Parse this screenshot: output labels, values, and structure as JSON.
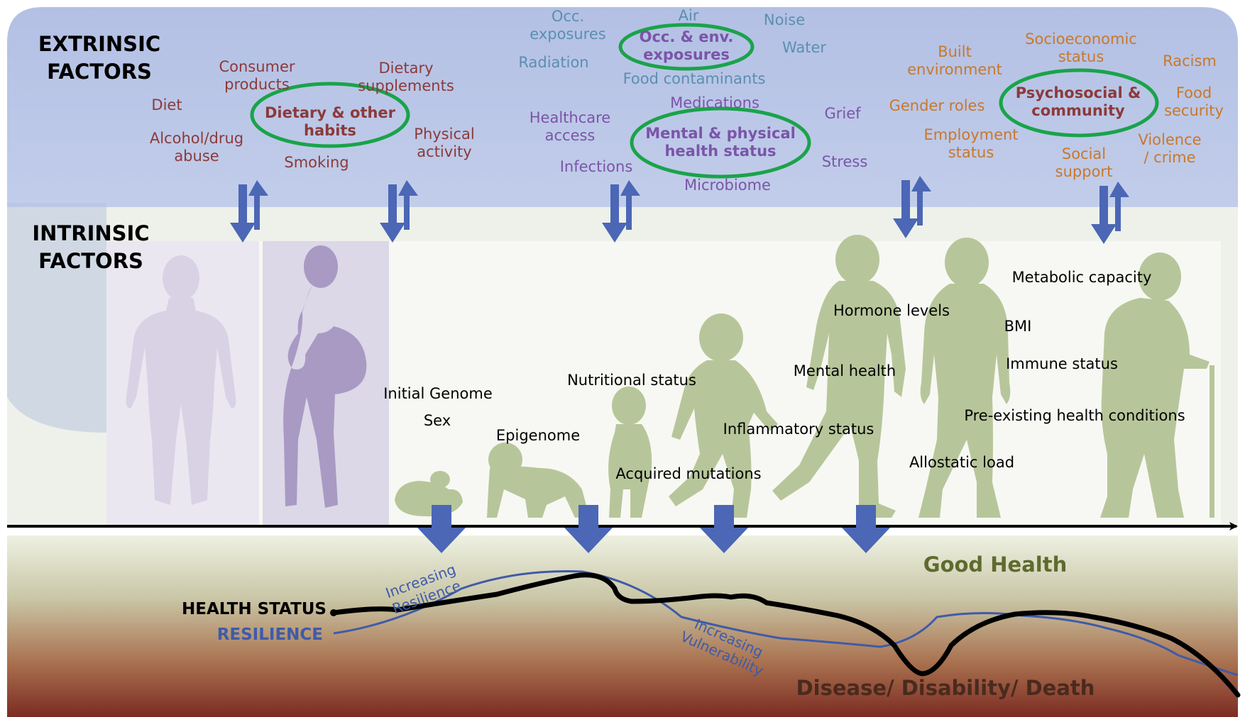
{
  "colors": {
    "extrinsic_band": "#b7c4e6",
    "intrinsic_band": "#eef1ea",
    "panel": "#f7f8f3",
    "silhouette_green": "#b7c69a",
    "silhouette_purple": "#a99ac4",
    "silhouette_light": "#d8d2e4",
    "arrow_blue": "#4b67b5",
    "circle_green": "#1aa34a",
    "diet_text": "#8b3a3a",
    "env_text": "#5a8fb0",
    "health_text": "#7a55a8",
    "social_text": "#c8782a",
    "good_health": "#5e6b2e",
    "disease": "#4a2a1e",
    "resilience": "#3e5ba8"
  },
  "headings": {
    "extrinsic_line1": "EXTRINSIC",
    "extrinsic_line2": "FACTORS",
    "intrinsic_line1": "INTRINSIC",
    "intrinsic_line2": "FACTORS"
  },
  "extrinsic": {
    "diet_group": [
      {
        "lines": [
          "Consumer",
          "products"
        ]
      },
      {
        "lines": [
          "Dietary",
          "supplements"
        ]
      },
      {
        "lines": [
          "Diet"
        ]
      },
      {
        "lines": [
          "Alcohol/drug",
          "abuse"
        ]
      },
      {
        "lines": [
          "Smoking"
        ]
      },
      {
        "lines": [
          "Physical",
          "activity"
        ]
      }
    ],
    "env_group": [
      {
        "lines": [
          "Occ.",
          "exposures"
        ]
      },
      {
        "lines": [
          "Air"
        ]
      },
      {
        "lines": [
          "Noise"
        ]
      },
      {
        "lines": [
          "Water"
        ]
      },
      {
        "lines": [
          "Radiation"
        ]
      },
      {
        "lines": [
          "Food contaminants"
        ]
      }
    ],
    "health_group": [
      {
        "lines": [
          "Medications"
        ]
      },
      {
        "lines": [
          "Healthcare",
          "access"
        ]
      },
      {
        "lines": [
          "Infections"
        ]
      },
      {
        "lines": [
          "Microbiome"
        ]
      },
      {
        "lines": [
          "Grief"
        ]
      },
      {
        "lines": [
          "Stress"
        ]
      }
    ],
    "social_group": [
      {
        "lines": [
          "Built",
          "environment"
        ]
      },
      {
        "lines": [
          "Socioeconomic",
          "status"
        ]
      },
      {
        "lines": [
          "Racism"
        ]
      },
      {
        "lines": [
          "Gender roles"
        ]
      },
      {
        "lines": [
          "Food",
          "security"
        ]
      },
      {
        "lines": [
          "Employment",
          "status"
        ]
      },
      {
        "lines": [
          "Violence",
          "/ crime"
        ]
      },
      {
        "lines": [
          "Social",
          "support"
        ]
      }
    ],
    "circled": [
      {
        "lines": [
          "Dietary & other",
          "habits"
        ]
      },
      {
        "lines": [
          "Occ. & env.",
          "exposures"
        ]
      },
      {
        "lines": [
          "Mental & physical",
          "health status"
        ]
      },
      {
        "lines": [
          "Psychosocial &",
          "community"
        ]
      }
    ]
  },
  "intrinsic": [
    "Initial Genome",
    "Sex",
    "Epigenome",
    "Nutritional status",
    "Acquired mutations",
    "Inflammatory status",
    "Hormone levels",
    "Mental health",
    "Allostatic load",
    "Metabolic capacity",
    "BMI",
    "Immune status",
    "Pre-existing health conditions"
  ],
  "outcome": {
    "health_status": "HEALTH STATUS",
    "resilience": "RESILIENCE",
    "good_health": "Good Health",
    "disease": "Disease/ Disability/ Death",
    "increasing_resilience_1": "Increasing",
    "increasing_resilience_2": "Resilience",
    "increasing_vulnerability_1": "Increasing",
    "increasing_vulnerability_2": "Vulnerability"
  }
}
